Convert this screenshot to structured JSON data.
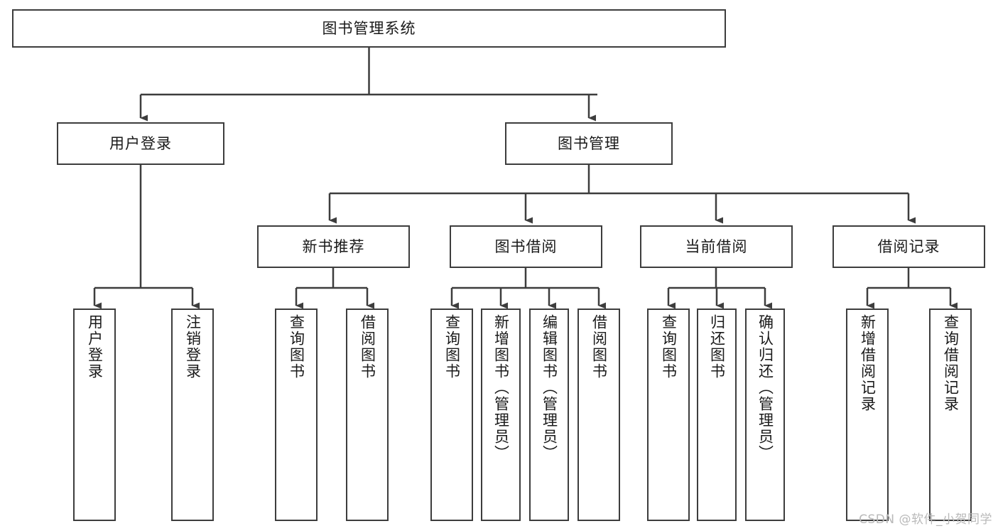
{
  "diagram": {
    "type": "tree-hierarchy-chart",
    "title": "图书管理系统",
    "colors": {
      "background": "#ffffff",
      "box_border": "#3d3d3d",
      "box_fill": "#ffffff",
      "connector": "#3d3d3d",
      "text": "#1a1a1a",
      "watermark": "#b9b9b9"
    },
    "root": {
      "label": "图书管理系统"
    },
    "level2": [
      {
        "label": "用户登录"
      },
      {
        "label": "图书管理"
      }
    ],
    "level3": [
      {
        "label": "新书推荐"
      },
      {
        "label": "图书借阅"
      },
      {
        "label": "当前借阅"
      },
      {
        "label": "借阅记录"
      }
    ],
    "leaves": {
      "user_login": [
        {
          "label": "用户登录"
        },
        {
          "label": "注销登录"
        }
      ],
      "new_book_recommend": [
        {
          "label": "查询图书"
        },
        {
          "label": "借阅图书"
        }
      ],
      "book_borrow": [
        {
          "label": "查询图书"
        },
        {
          "label": "新增图书（管理员）"
        },
        {
          "label": "编辑图书（管理员）"
        },
        {
          "label": "借阅图书"
        }
      ],
      "current_borrow": [
        {
          "label": "查询图书"
        },
        {
          "label": "归还图书"
        },
        {
          "label": "确认归还（管理员）"
        }
      ],
      "borrow_records": [
        {
          "label": "新增借阅记录"
        },
        {
          "label": "查询借阅记录"
        }
      ]
    },
    "watermark": "CSDN @软件_小贺同学"
  }
}
